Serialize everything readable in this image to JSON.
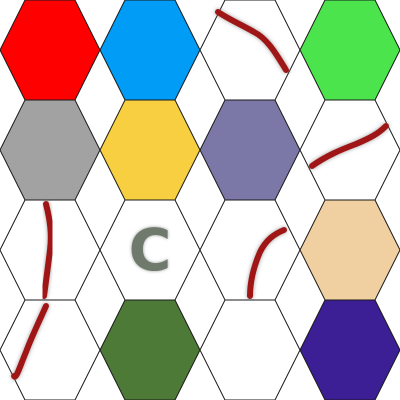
{
  "board": {
    "rows": 4,
    "cols": 4,
    "tiles": [
      {
        "id": "r1c1",
        "row": 1,
        "col": 1,
        "fill": "#ff0000"
      },
      {
        "id": "r1c2",
        "row": 1,
        "col": 2,
        "fill": "#009cf5"
      },
      {
        "id": "r1c3",
        "row": 1,
        "col": 3,
        "fill": "#ffffff",
        "path": "diagonal-down"
      },
      {
        "id": "r1c4",
        "row": 1,
        "col": 4,
        "fill": "#4ce44c"
      },
      {
        "id": "r2c1",
        "row": 2,
        "col": 1,
        "fill": "#a2a2a2"
      },
      {
        "id": "r2c2",
        "row": 2,
        "col": 2,
        "fill": "#f7cf40"
      },
      {
        "id": "r2c3",
        "row": 2,
        "col": 3,
        "fill": "#7b77a6"
      },
      {
        "id": "r2c4",
        "row": 2,
        "col": 4,
        "fill": "#ffffff",
        "path": "diagonal-up"
      },
      {
        "id": "r3c1",
        "row": 3,
        "col": 1,
        "fill": "#ffffff",
        "path": "vertical"
      },
      {
        "id": "r3c2",
        "row": 3,
        "col": 2,
        "fill": "#ffffff",
        "label": "C"
      },
      {
        "id": "r3c3",
        "row": 3,
        "col": 3,
        "fill": "#ffffff",
        "path": "curve-up"
      },
      {
        "id": "r3c4",
        "row": 3,
        "col": 4,
        "fill": "#f0cfa0"
      },
      {
        "id": "r4c1",
        "row": 4,
        "col": 1,
        "fill": "#ffffff",
        "path": "diagonal-bottom"
      },
      {
        "id": "r4c2",
        "row": 4,
        "col": 2,
        "fill": "#4d7a36"
      },
      {
        "id": "r4c3",
        "row": 4,
        "col": 3,
        "fill": "#ffffff"
      },
      {
        "id": "r4c4",
        "row": 4,
        "col": 4,
        "fill": "#3c1f94"
      }
    ]
  }
}
